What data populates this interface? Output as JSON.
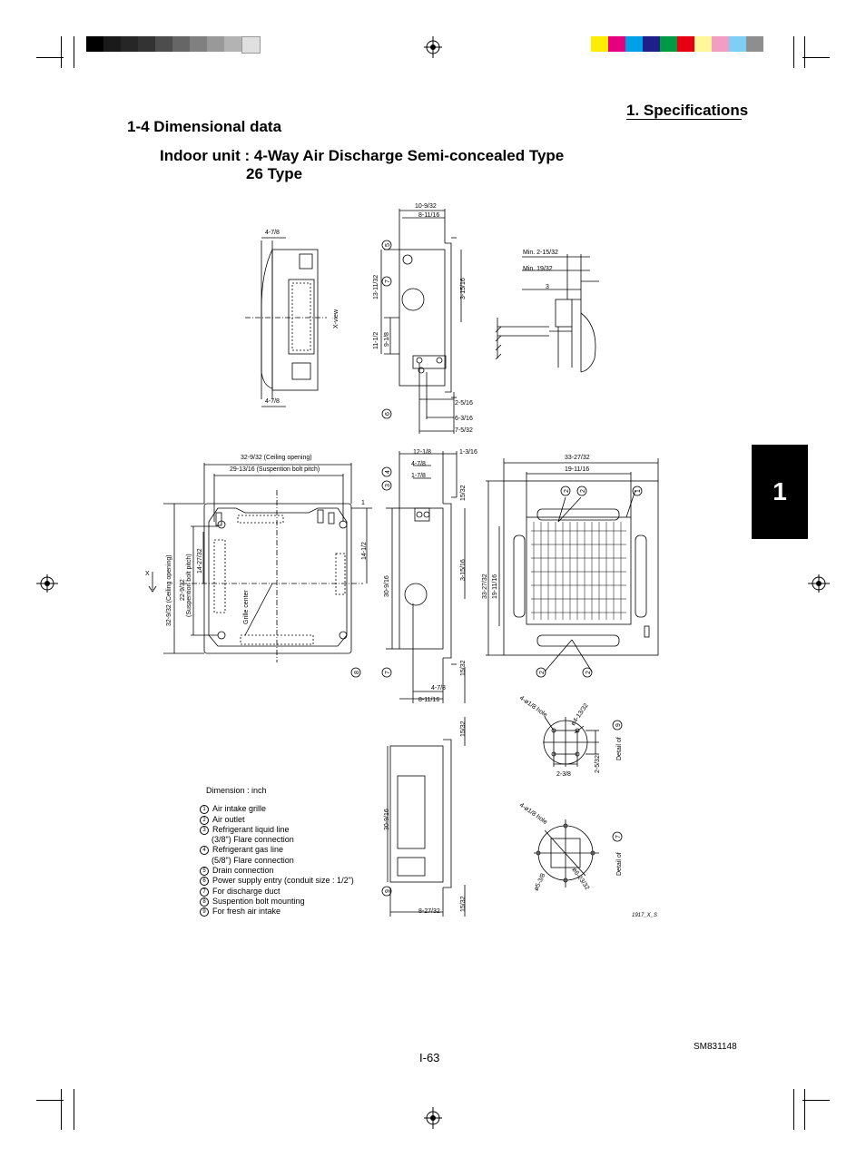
{
  "header": {
    "chapter_title": "1. Specifications",
    "chapter_tab": "1"
  },
  "section": {
    "title": "1-4    Dimensional data",
    "unit_line": "Indoor unit : 4-Way Air Discharge Semi-concealed Type",
    "type_line": "26 Type"
  },
  "drawing": {
    "top_left": {
      "d1": "4-7/8",
      "d2": "4-7/8",
      "view": "X-view"
    },
    "top_middle": {
      "d1": "10-9/32",
      "d2": "8-11/16",
      "d3": "13-11/32",
      "d4": "3-15/16",
      "d5": "11-1/2",
      "d6": "9-1/8",
      "d7": "2-5/16",
      "d8": "6-3/16",
      "d9": "7-5/32"
    },
    "top_right": {
      "d1": "Min. 2-15/32",
      "d2": "Min. 19/32",
      "d3": "3"
    },
    "plan": {
      "w1": "32-9/32 (Ceiling opening)",
      "w2": "29-13/16 (Suspention bolt pitch)",
      "h1": "32-9/32 (Ceiling opening)",
      "h2": "22-9/32",
      "h2b": "(Suspention bolt pitch)",
      "h3": "14-27/32",
      "h4": "14-1/2",
      "gc": "Grille center",
      "x": "X",
      "one": "1"
    },
    "side": {
      "d1": "12-1/8",
      "d2": "1-3/16",
      "d3": "4-7/8",
      "d4": "1-7/8",
      "d5": "15/32",
      "d6": "3-15/16",
      "d7": "30-9/16",
      "d8": "15/32",
      "d9": "4-7/8",
      "d10": "8-11/16"
    },
    "front": {
      "d1": "33-27/32",
      "d2": "19-11/16",
      "d3": "33-27/32",
      "d4": "19-11/16"
    },
    "bottom": {
      "d1": "15/32",
      "d2": "30-9/16",
      "d3": "8-27/32",
      "d4": "15/32"
    },
    "detail9": {
      "hole": "4-ø1/8 hole",
      "dia": "ø4-13/32",
      "d1": "2-3/8",
      "d2": "2-5/32",
      "label": "Detail of"
    },
    "detail7": {
      "hole": "4-ø1/8 hole",
      "dia1": "ø5-3/8",
      "dia2": "ø6-23/32",
      "label": "Detail of"
    },
    "code": "1917_X_S"
  },
  "legend": {
    "title": "Dimension : inch",
    "items": [
      {
        "n": "1",
        "text": "Air intake grille"
      },
      {
        "n": "2",
        "text": "Air outlet"
      },
      {
        "n": "3",
        "text": "Refrigerant liquid line",
        "sub": "(3/8\") Flare connection"
      },
      {
        "n": "4",
        "text": "Refrigerant gas line",
        "sub": "(5/8\") Flare connection"
      },
      {
        "n": "5",
        "text": "Drain connection"
      },
      {
        "n": "6",
        "text": "Power supply entry (conduit size : 1/2\")"
      },
      {
        "n": "7",
        "text": "For discharge duct"
      },
      {
        "n": "8",
        "text": "Suspention bolt mounting"
      },
      {
        "n": "9",
        "text": "For fresh air intake"
      }
    ]
  },
  "footer": {
    "page": "I-63",
    "doc_id": "SM831148"
  },
  "colors": {
    "grays": [
      "#000000",
      "#1a1a1a",
      "#262626",
      "#333333",
      "#4d4d4d",
      "#666666",
      "#808080",
      "#999999",
      "#b3b3b3",
      "#e0e0e0"
    ],
    "process": [
      "#ffed00",
      "#e6007e",
      "#00a0e9",
      "#1d2088",
      "#009944",
      "#e60012",
      "#fff799",
      "#f19ec2",
      "#7fcef4",
      "#8e8e8e"
    ]
  }
}
